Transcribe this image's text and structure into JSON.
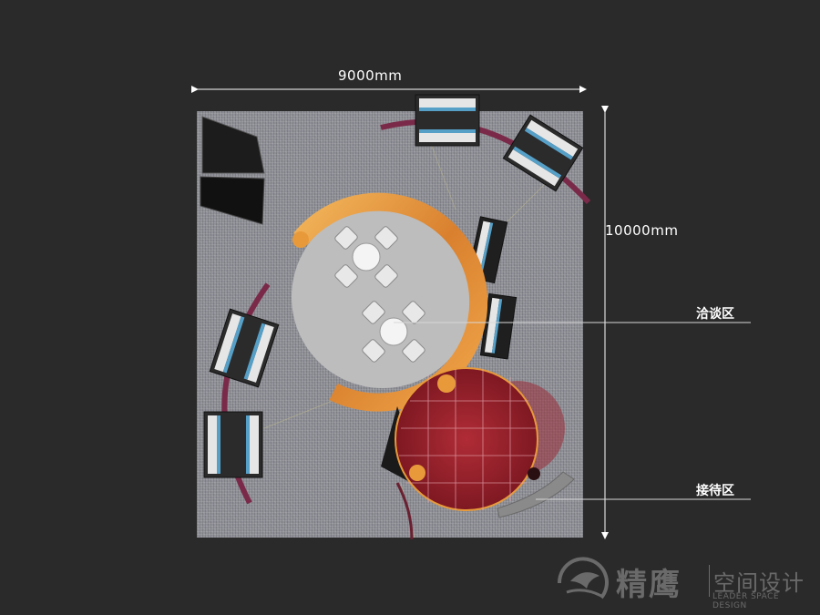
{
  "dimensions": {
    "width": "9000mm",
    "height": "10000mm"
  },
  "zones": {
    "negotiation": "洽谈区",
    "reception": "接待区"
  },
  "logo": {
    "name_cn": "精鹰",
    "subtitle_cn": "空间设计",
    "name_en": "LEADER SPACE DESIGN",
    "icon": "eagle-logo-icon"
  },
  "colors": {
    "background": "#2a2a2a",
    "floor": "#8e8f96",
    "counter_orange": "#e89a3a",
    "arc_maroon": "#7a2a48",
    "reception_red": "#8e1f2a",
    "table_gray": "#bdbdbd"
  }
}
